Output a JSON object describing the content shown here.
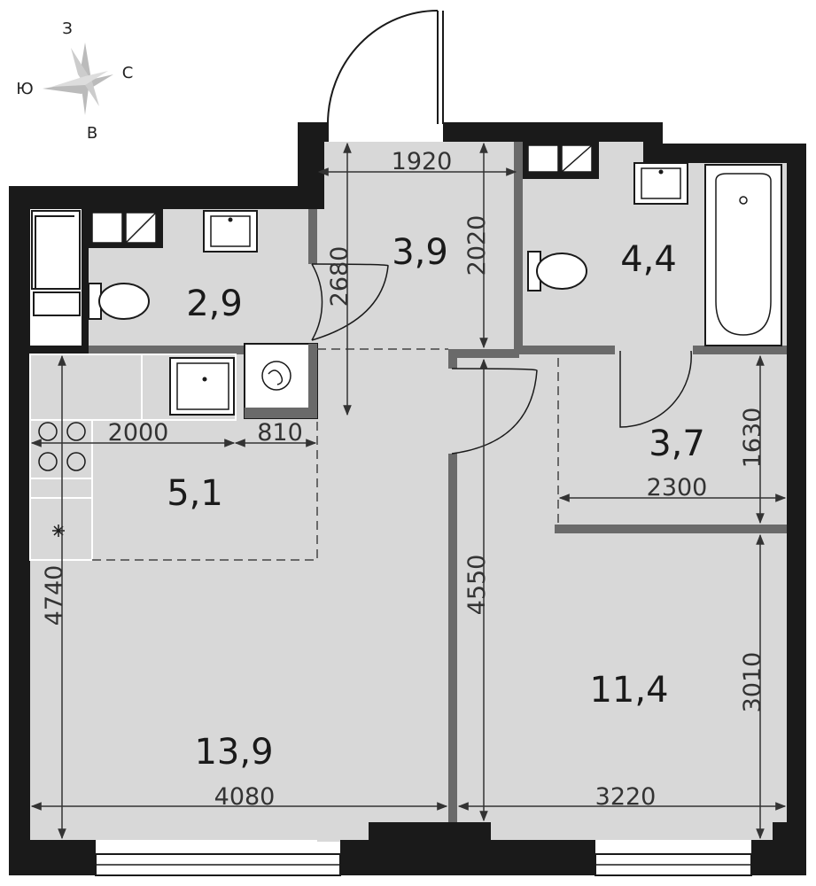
{
  "compass": {
    "north": "З",
    "east": "С",
    "south": "В",
    "west": "Ю"
  },
  "rooms": {
    "bathroom_left": "2,9",
    "hallway": "3,9",
    "bathroom_right": "4,4",
    "kitchen": "5,1",
    "corridor": "3,7",
    "living_room": "13,9",
    "bedroom": "11,4"
  },
  "dimensions": {
    "hall_width": "1920",
    "hall_length": "2020",
    "hall_depth": "2680",
    "kitchen_run": "2000",
    "kitchen_gap": "810",
    "living_height": "4740",
    "living_width": "4080",
    "partition_length": "4550",
    "corridor_height": "1630",
    "corridor_width": "2300",
    "bedroom_height": "3010",
    "bedroom_width": "3220"
  },
  "colors": {
    "wall": "#1a1a1a",
    "floor": "#d8d8d8",
    "partition": "#5a5a5a"
  }
}
